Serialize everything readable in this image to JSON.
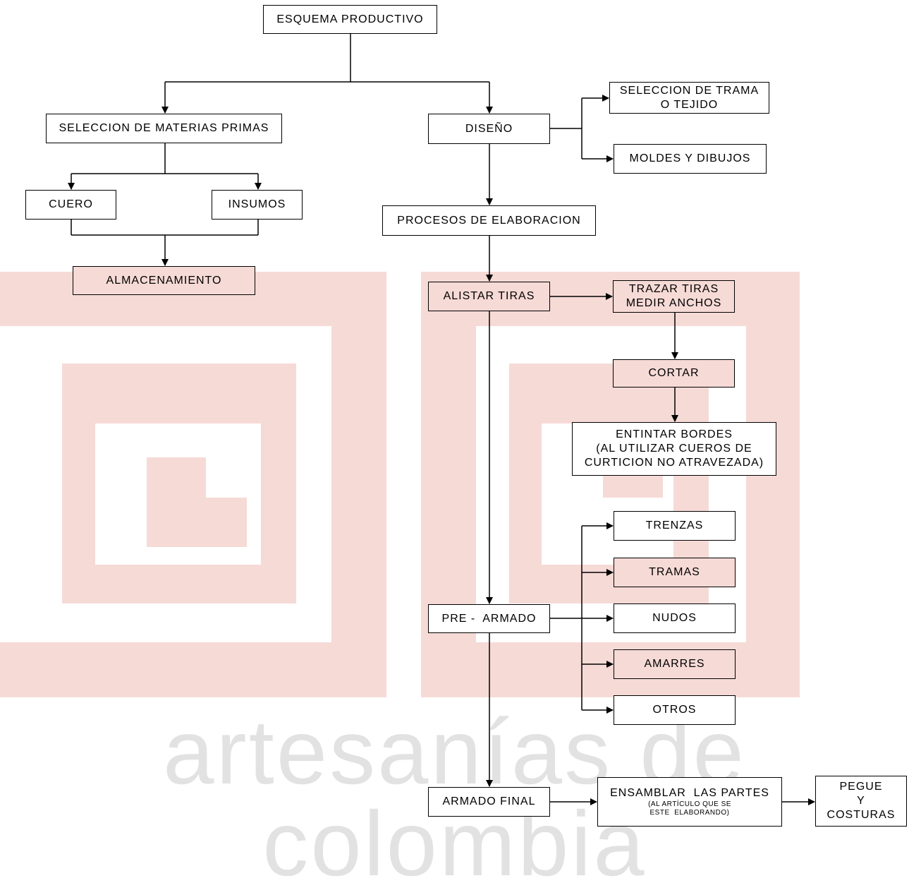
{
  "watermark": {
    "text": "artesanías de colombia",
    "color": "#f3a7a0"
  },
  "nodes": {
    "esquema": "ESQUEMA PRODUCTIVO",
    "seleccion_materias": "SELECCION DE MATERIAS PRIMAS",
    "diseno": "DISEÑO",
    "seleccion_trama_1": "SELECCION DE TRAMA",
    "seleccion_trama_2": "O TEJIDO",
    "moldes": "MOLDES Y DIBUJOS",
    "cuero": "CUERO",
    "insumos": "INSUMOS",
    "procesos": "PROCESOS DE ELABORACION",
    "almacenamiento": "ALMACENAMIENTO",
    "alistar": "ALISTAR TIRAS",
    "trazar_1": "TRAZAR TIRAS",
    "trazar_2": "MEDIR ANCHOS",
    "cortar": "CORTAR",
    "entintar_1": "ENTINTAR BORDES",
    "entintar_2": "(AL  UTILIZAR CUEROS  DE",
    "entintar_3": "CURTICION NO ATRAVEZADA)",
    "trenzas": "TRENZAS",
    "tramas": "TRAMAS",
    "pre_armado": "PRE -  ARMADO",
    "nudos": "NUDOS",
    "amarres": "AMARRES",
    "otros": "OTROS",
    "armado_final": "ARMADO FINAL",
    "ensamblar_1": "ENSAMBLAR  LAS PARTES",
    "ensamblar_2": "(AL ARTÍCULO QUE SE",
    "ensamblar_3": "ESTE  ELABORANDO)",
    "pegue_1": "PEGUE",
    "pegue_2": "Y",
    "pegue_3": "COSTURAS"
  }
}
